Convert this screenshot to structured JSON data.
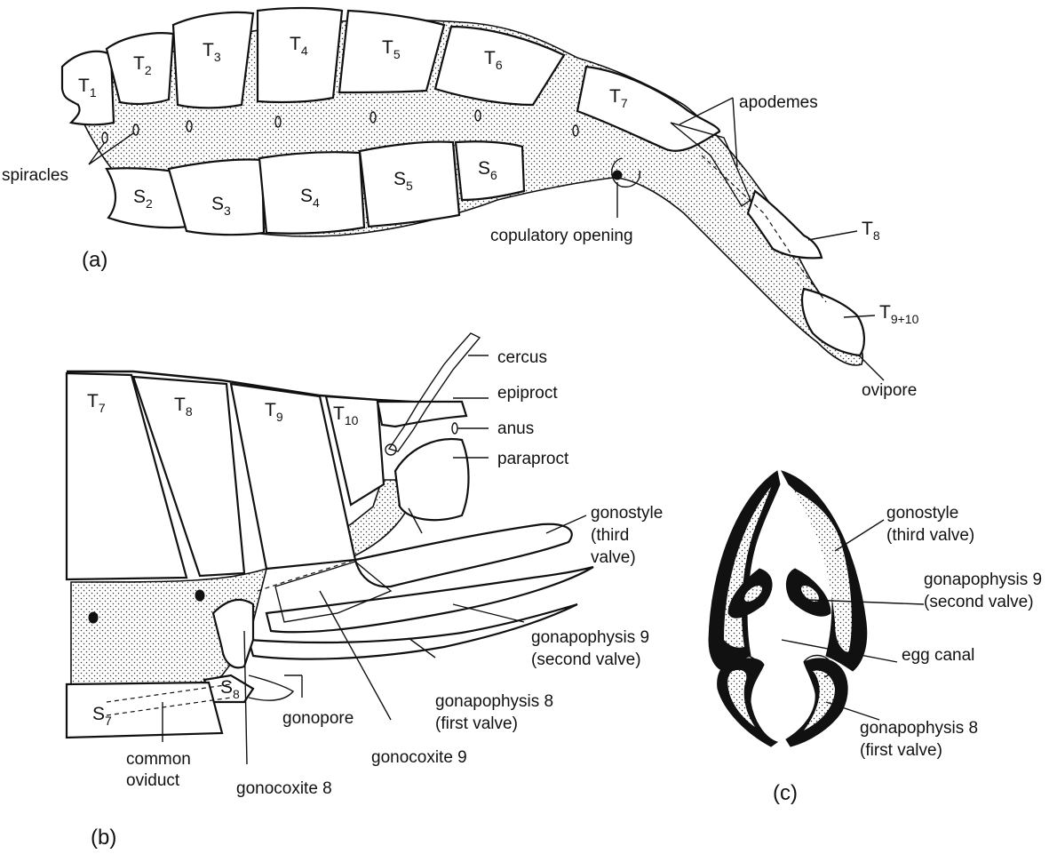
{
  "panels": {
    "a": "(a)",
    "b": "(b)",
    "c": "(c)"
  },
  "panel_a": {
    "segments": [
      {
        "base": "T",
        "sub": "1"
      },
      {
        "base": "T",
        "sub": "2"
      },
      {
        "base": "T",
        "sub": "3"
      },
      {
        "base": "T",
        "sub": "4"
      },
      {
        "base": "T",
        "sub": "5"
      },
      {
        "base": "T",
        "sub": "6"
      },
      {
        "base": "T",
        "sub": "7"
      },
      {
        "base": "T",
        "sub": "8"
      },
      {
        "base": "T",
        "sub": "9+10"
      },
      {
        "base": "S",
        "sub": "2"
      },
      {
        "base": "S",
        "sub": "3"
      },
      {
        "base": "S",
        "sub": "4"
      },
      {
        "base": "S",
        "sub": "5"
      },
      {
        "base": "S",
        "sub": "6"
      }
    ],
    "labels": {
      "spiracles": "spiracles",
      "apodemes": "apodemes",
      "copulatory_opening": "copulatory opening",
      "ovipore": "ovipore"
    }
  },
  "panel_b": {
    "segments": [
      {
        "base": "T",
        "sub": "7"
      },
      {
        "base": "T",
        "sub": "8"
      },
      {
        "base": "T",
        "sub": "9"
      },
      {
        "base": "T",
        "sub": "10"
      },
      {
        "base": "S",
        "sub": "7"
      },
      {
        "base": "S",
        "sub": "8"
      }
    ],
    "labels": {
      "cercus": "cercus",
      "epiproct": "epiproct",
      "anus": "anus",
      "paraproct": "paraproct",
      "gonostyle_1": "gonostyle",
      "gonostyle_2": "(third",
      "gonostyle_3": "valve)",
      "gonapophysis9_1": "gonapophysis 9",
      "gonapophysis9_2": "(second valve)",
      "gonapophysis8_1": "gonapophysis 8",
      "gonapophysis8_2": "(first valve)",
      "gonopore": "gonopore",
      "gonocoxite9": "gonocoxite 9",
      "gonocoxite8": "gonocoxite 8",
      "oviduct_1": "common",
      "oviduct_2": "oviduct"
    }
  },
  "panel_c": {
    "labels": {
      "gonostyle_1": "gonostyle",
      "gonostyle_2": "(third valve)",
      "gonapophysis9_1": "gonapophysis 9",
      "gonapophysis9_2": "(second valve)",
      "egg_canal": "egg canal",
      "gonapophysis8_1": "gonapophysis 8",
      "gonapophysis8_2": "(first valve)"
    }
  }
}
